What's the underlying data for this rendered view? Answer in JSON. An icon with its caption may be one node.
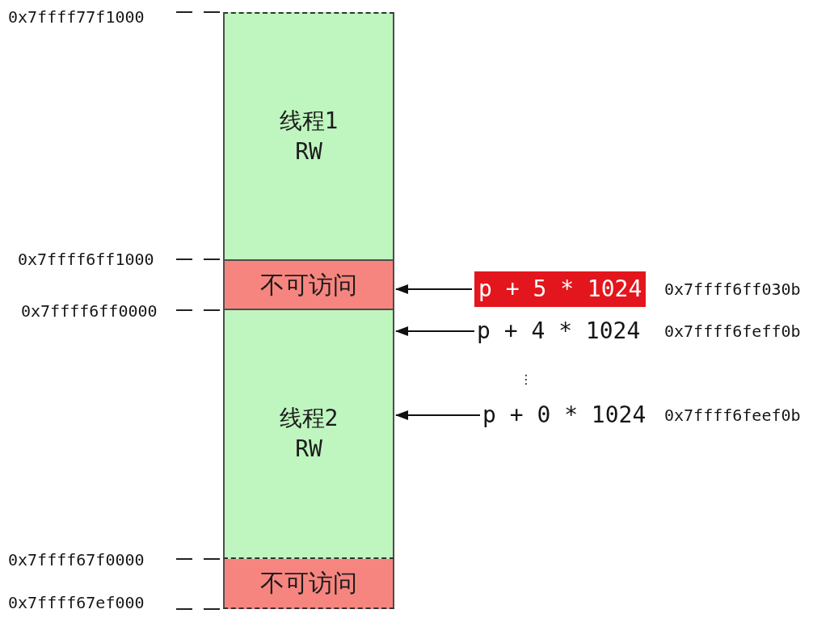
{
  "diagram": {
    "nodes": [
      {
        "text": [
          "线程1 RW"
        ]
      },
      {
        "text": [
          "不可访问"
        ]
      },
      {
        "text": [
          "线程2 RW"
        ]
      },
      {
        "text": [
          "不可访问"
        ]
      },
      {
        "text": [
          "p + 5 * 1024"
        ],
        "beside": [
          "0x7ffff6ff030b"
        ]
      },
      {
        "text": [
          "p + 4 * 1024"
        ],
        "beside": [
          "0x7ffff6feff0b"
        ]
      },
      {
        "text": [
          "p + 0 * 1024"
        ],
        "beside": [
          "0x7ffff6feef0b"
        ]
      }
    ],
    "edges": [
      {
        "from": 4,
        "to": 1,
        "arrow": "to"
      },
      {
        "from": 5,
        "to": 2,
        "arrow": "to"
      },
      {
        "from": 6,
        "to": 2,
        "arrow": "to"
      }
    ],
    "labels": [
      "0x7ffff77f1000",
      "0x7ffff6ff1000",
      "0x7ffff6ff0000",
      "⋮",
      "0x7ffff67f0000",
      "0x7ffff67ef000"
    ]
  }
}
